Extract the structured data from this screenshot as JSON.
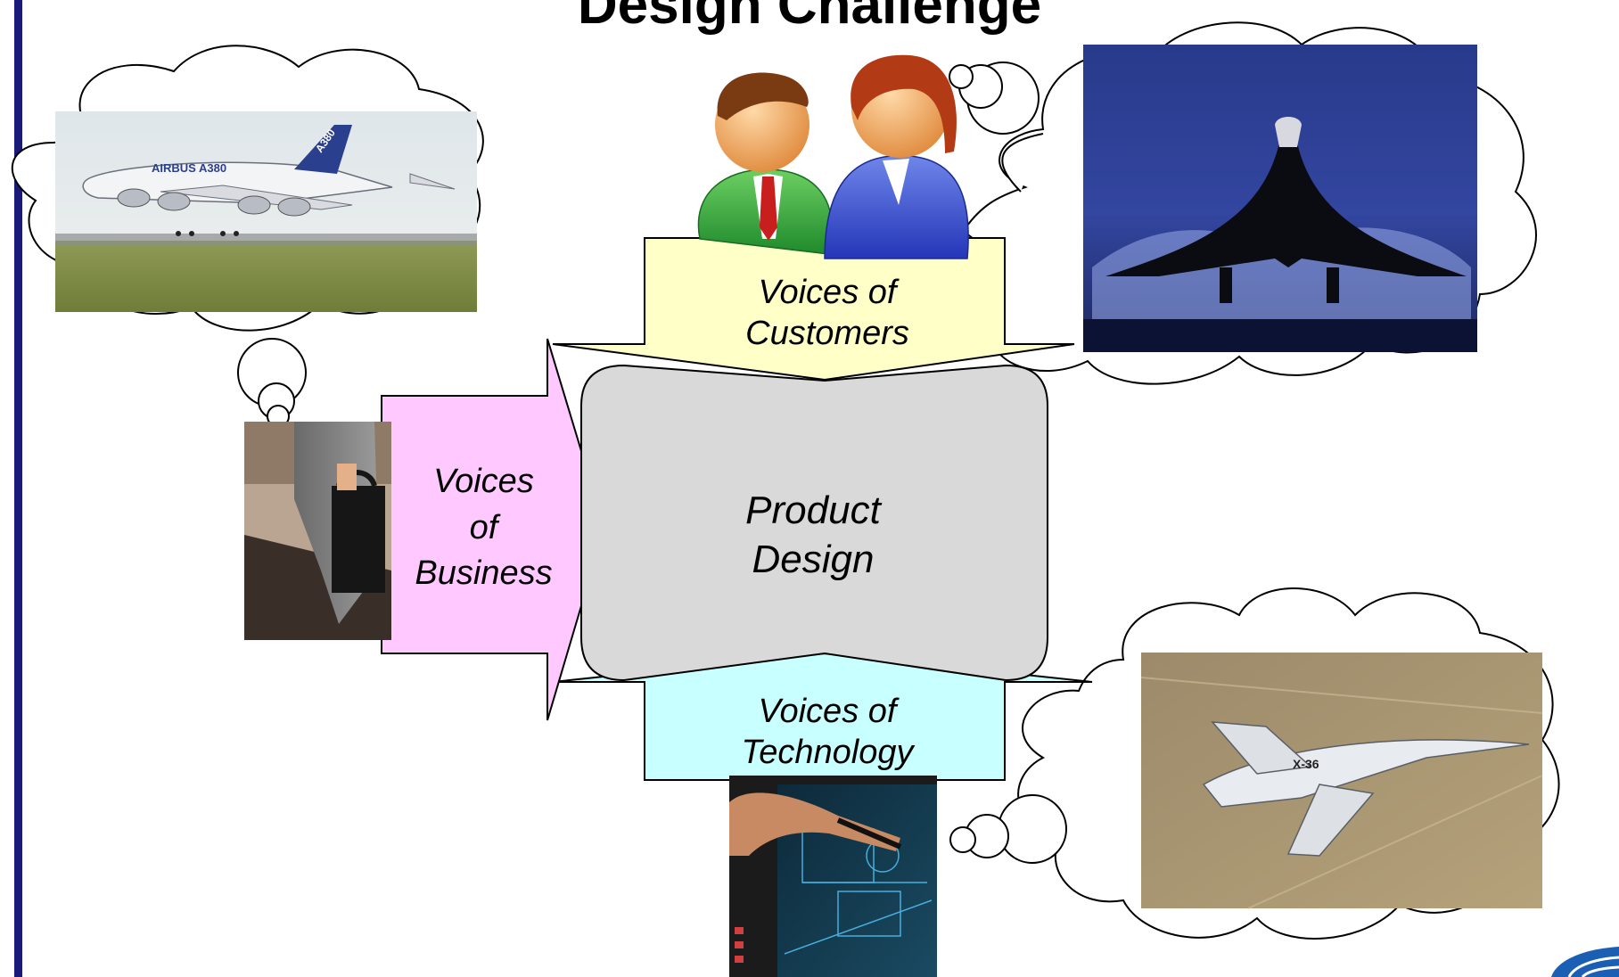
{
  "slide": {
    "title": "Design Challenge"
  },
  "diagram": {
    "center": {
      "lines": [
        "Product",
        "Design"
      ]
    },
    "voices": {
      "customers": {
        "lines": [
          "Voices of",
          "Customers"
        ]
      },
      "business": {
        "lines": [
          "Voices",
          "of",
          "Business"
        ]
      },
      "technology": {
        "lines": [
          "Voices of",
          "Technology"
        ]
      }
    }
  },
  "aircraft_markings": {
    "airbus_fuselage": "AIRBUS A380",
    "airbus_tail": "A380",
    "x36_fuselage": "X-36"
  },
  "colors": {
    "customers_arrow": "#ffffc8",
    "business_arrow": "#ffc8ff",
    "technology_arrow": "#c8ffff",
    "center_box": "#d9d9d9",
    "rule": "#1a1a7a",
    "logo": "#1a5fb4"
  }
}
